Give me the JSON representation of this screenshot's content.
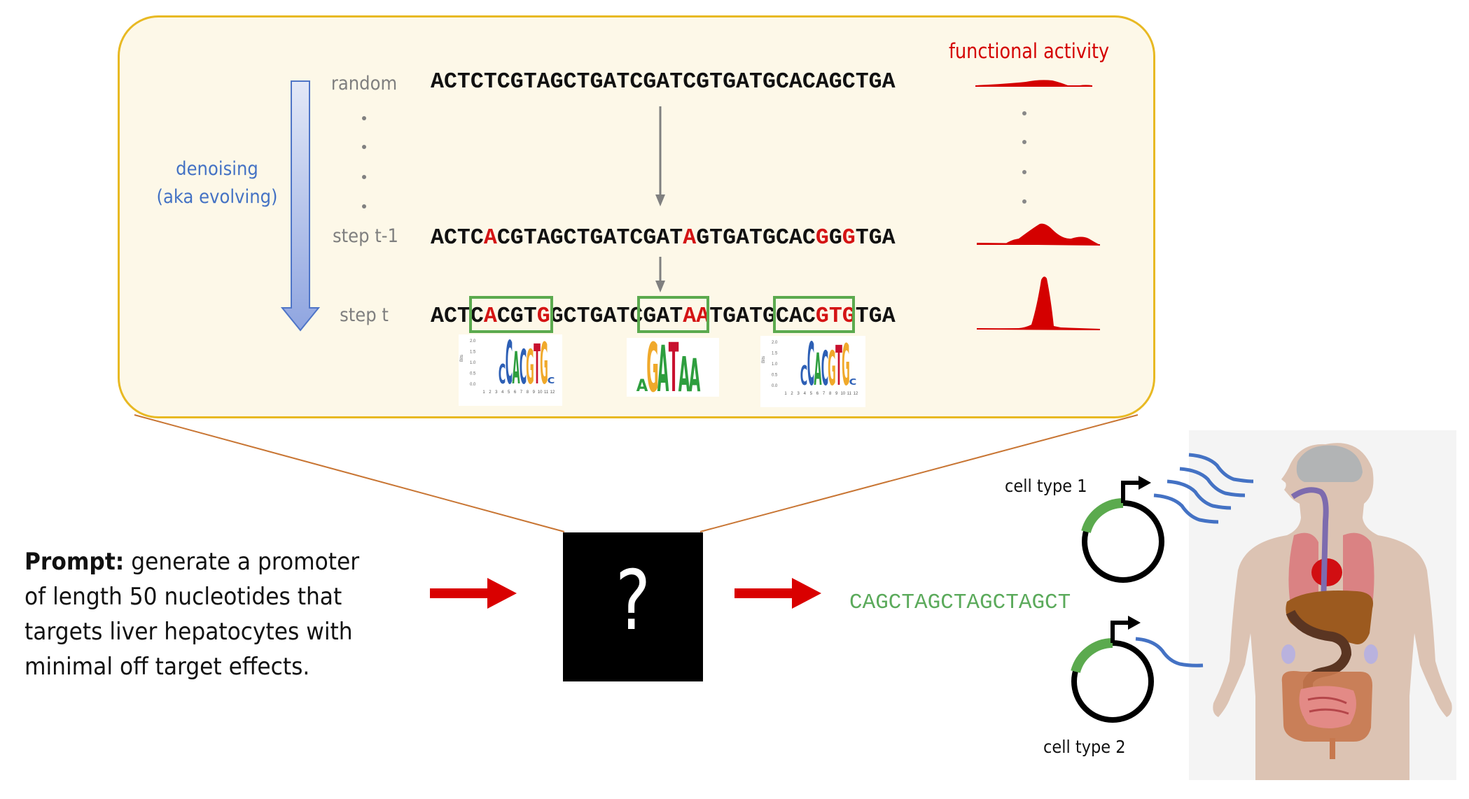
{
  "panel": {
    "functional_activity_title": "functional activity",
    "direction_label_line1": "denoising",
    "direction_label_line2": "(aka evolving)",
    "steps": [
      {
        "label": "random",
        "segments": [
          {
            "t": "ACTCTCGTAGCTGATCGATCGTGATGCACAGCTGA",
            "mut": false
          }
        ],
        "activity_shape": "flat-noisy"
      },
      {
        "label": "step t-1",
        "segments": [
          {
            "t": "ACTC",
            "mut": false
          },
          {
            "t": "A",
            "mut": true
          },
          {
            "t": "CGTAGCTGATCGAT",
            "mut": false
          },
          {
            "t": "A",
            "mut": true
          },
          {
            "t": "GTGATGCAC",
            "mut": false
          },
          {
            "t": "G",
            "mut": true
          },
          {
            "t": "G",
            "mut": false
          },
          {
            "t": "G",
            "mut": true
          },
          {
            "t": "TGA",
            "mut": false
          }
        ],
        "activity_shape": "bimodal"
      },
      {
        "label": "step t",
        "segments": [
          {
            "t": "ACTC",
            "mut": false
          },
          {
            "t": "A",
            "mut": true
          },
          {
            "t": "CGT",
            "mut": false
          },
          {
            "t": "G",
            "mut": true
          },
          {
            "t": "GCTGATC",
            "mut": false
          },
          {
            "t": "GAT",
            "mut": false
          },
          {
            "t": "AA",
            "mut": true
          },
          {
            "t": "TGATG",
            "mut": false
          },
          {
            "t": "CAC",
            "mut": false
          },
          {
            "t": "GTG",
            "mut": true
          },
          {
            "t": "TGA",
            "mut": false
          }
        ],
        "activity_shape": "sharp-peak"
      }
    ],
    "ellipsis_dots": 4,
    "motifs": [
      {
        "name": "CACGTG",
        "logo_letters": "cCACGTGc",
        "has_axis": true,
        "axis_label": "Bits",
        "y_ticks": [
          "2.0",
          "1.5",
          "1.0",
          "0.5",
          "0.0"
        ],
        "x_ticks": [
          "1",
          "2",
          "3",
          "4",
          "5",
          "6",
          "7",
          "8",
          "9",
          "10",
          "11",
          "12"
        ]
      },
      {
        "name": "GATAA",
        "logo_letters": "aGATAA",
        "has_axis": false
      },
      {
        "name": "CACGTG",
        "logo_letters": "cCACGTGc",
        "has_axis": true,
        "axis_label": "Bits",
        "y_ticks": [
          "2.0",
          "1.5",
          "1.0",
          "0.5",
          "0.0"
        ],
        "x_ticks": [
          "1",
          "2",
          "3",
          "4",
          "5",
          "6",
          "7",
          "8",
          "9",
          "10",
          "11",
          "12"
        ]
      }
    ]
  },
  "prompt": {
    "label": "Prompt:",
    "text_line1": " generate a promoter",
    "text_line2": "of length 50 nucleotides that",
    "text_line3": "targets liver hepatocytes with",
    "text_line4": "minimal off target effects."
  },
  "model": {
    "symbol": "?"
  },
  "output": {
    "sequence": "CAGCTAGCTAGCTAGCT"
  },
  "cells": [
    {
      "label": "cell type 1",
      "expression": "high"
    },
    {
      "label": "cell type 2",
      "expression": "low"
    }
  ],
  "colors": {
    "panel_border": "#E8B923",
    "panel_fill": "#FDF8E8",
    "mutation": "#D41414",
    "activity": "#D40000",
    "motif_box": "#5BAA4E",
    "denoise_text": "#4472C4",
    "output_seq": "#5BAA5B",
    "arrow_red": "#D90000",
    "signal_wave": "#4472C4",
    "connector": "#C87533"
  }
}
